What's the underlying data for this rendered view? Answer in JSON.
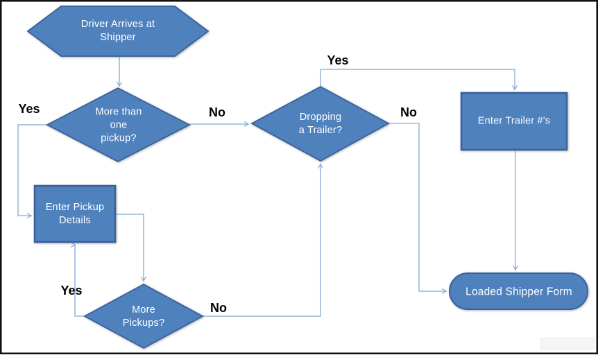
{
  "colors": {
    "shape_fill": "#4f81bd",
    "shape_border": "#38609c",
    "connector": "#84a7d7",
    "shape_text": "#ffffff",
    "edge_label_text": "#000000",
    "background": "#ffffff",
    "frame_border": "#111111"
  },
  "nodes": {
    "driver_arrives": {
      "type": "hexagon-start",
      "label": [
        "Driver Arrives at",
        "Shipper"
      ]
    },
    "more_than_one_pickup": {
      "type": "decision",
      "label": [
        "More than",
        "one",
        "pickup?"
      ]
    },
    "dropping_a_trailer": {
      "type": "decision",
      "label": [
        "Dropping",
        "a Trailer?"
      ]
    },
    "enter_trailer_numbers": {
      "type": "process",
      "label": [
        "Enter Trailer #'s"
      ]
    },
    "enter_pickup_details": {
      "type": "process",
      "label": [
        "Enter Pickup",
        "Details"
      ]
    },
    "more_pickups": {
      "type": "decision",
      "label": [
        "More",
        "Pickups?"
      ]
    },
    "loaded_shipper_form": {
      "type": "terminator",
      "label": [
        "Loaded Shipper Form"
      ]
    }
  },
  "edge_labels": {
    "pickup_yes": "Yes",
    "pickup_no": "No",
    "dropping_yes": "Yes",
    "dropping_no": "No",
    "more_pickups_yes": "Yes",
    "more_pickups_no": "No"
  },
  "edges": [
    {
      "from": "Driver Arrives at Shipper",
      "to": "More than one pickup?",
      "label": ""
    },
    {
      "from": "More than one pickup?",
      "to": "Enter Pickup Details",
      "label": "Yes"
    },
    {
      "from": "More than one pickup?",
      "to": "Dropping a Trailer?",
      "label": "No"
    },
    {
      "from": "Enter Pickup Details",
      "to": "More Pickups?",
      "label": ""
    },
    {
      "from": "More Pickups?",
      "to": "Enter Pickup Details",
      "label": "Yes"
    },
    {
      "from": "More Pickups?",
      "to": "Dropping a Trailer?",
      "label": "No"
    },
    {
      "from": "Dropping a Trailer?",
      "to": "Enter Trailer #'s",
      "label": "Yes"
    },
    {
      "from": "Dropping a Trailer?",
      "to": "Loaded Shipper Form",
      "label": "No"
    },
    {
      "from": "Enter Trailer #'s",
      "to": "Loaded Shipper Form",
      "label": ""
    }
  ]
}
